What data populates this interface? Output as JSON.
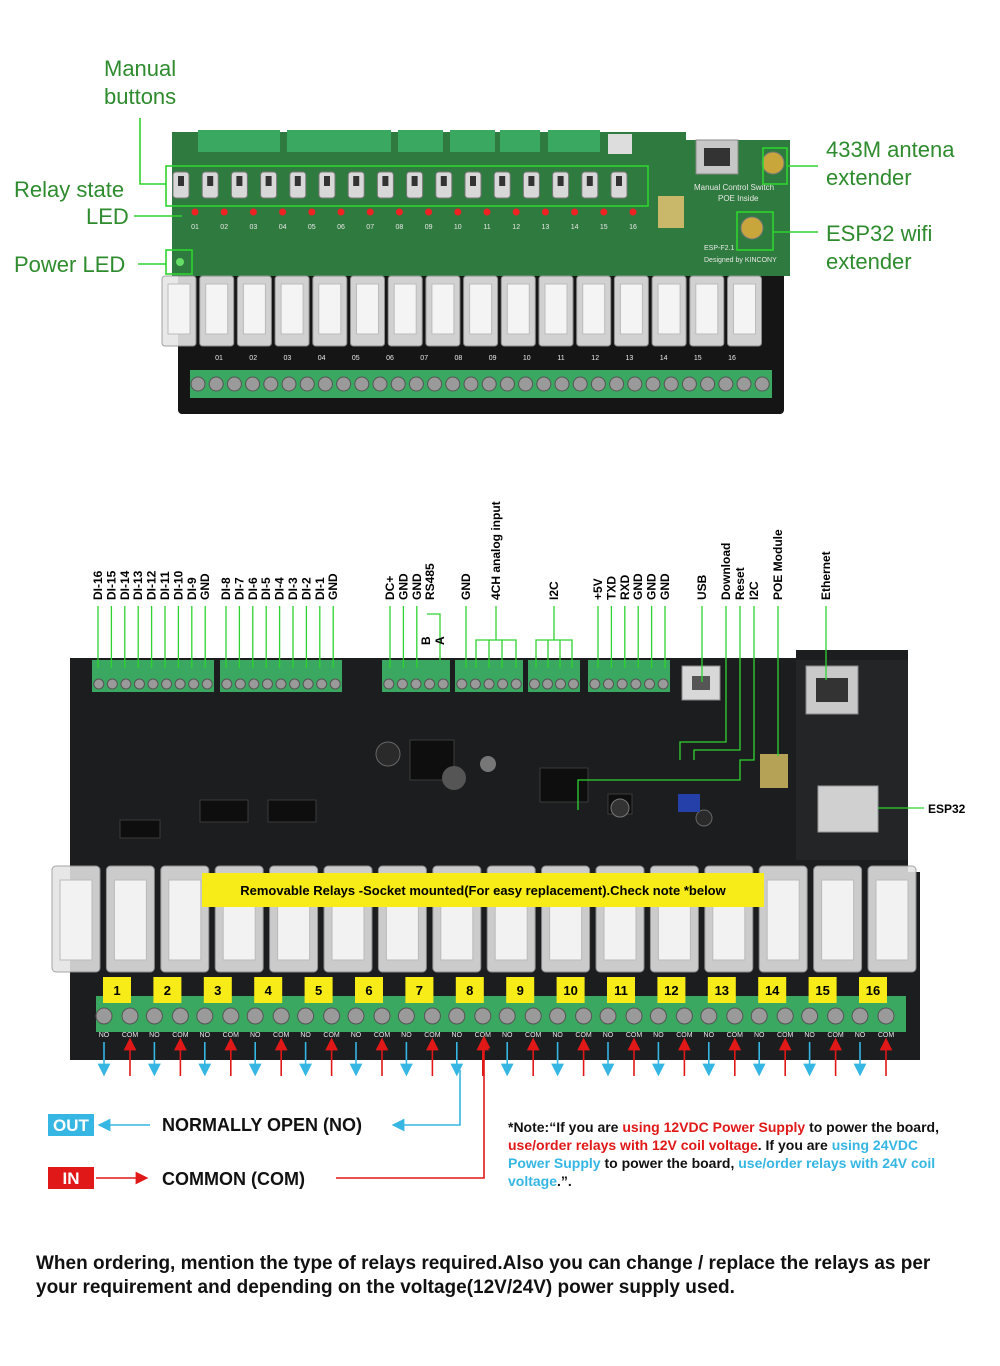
{
  "top_photo": {
    "callouts": {
      "manual_buttons": [
        "Manual",
        "buttons"
      ],
      "relay_state_led": [
        "Relay state",
        "LED"
      ],
      "power_led": "Power LED",
      "antenna_433m": [
        "433M antena",
        "extender"
      ],
      "esp32_wifi": [
        "ESP32 wifi",
        "extender"
      ]
    },
    "led_numbers": [
      "01",
      "02",
      "03",
      "04",
      "05",
      "06",
      "07",
      "08",
      "09",
      "10",
      "11",
      "12",
      "13",
      "14",
      "15",
      "16"
    ],
    "board_text": [
      "Manual Control Switch",
      "POE Inside",
      "ESP-F2.1",
      "Designed by KINCONY"
    ]
  },
  "bottom_board": {
    "pin_labels": {
      "di_group_1": [
        "DI-16",
        "DI-15",
        "DI-14",
        "DI-13",
        "DI-12",
        "DI-11",
        "DI-10",
        "DI-9",
        "GND"
      ],
      "di_group_2": [
        "DI-8",
        "DI-7",
        "DI-6",
        "DI-5",
        "DI-4",
        "DI-3",
        "DI-2",
        "DI-1",
        "GND"
      ],
      "power_rs485": [
        "DC+",
        "GND",
        "GND",
        "RS485"
      ],
      "rs485_b": "B",
      "rs485_a": "A",
      "gnd": "GND",
      "analog": "4CH analog input",
      "i2c_1": "I2C",
      "uart": [
        "+5V",
        "TXD",
        "RXD",
        "GND",
        "GND",
        "GND"
      ],
      "usb": "USB",
      "download": "Download",
      "reset": "Reset",
      "i2c_2": "I2C",
      "poe": "POE Module",
      "ethernet": "Ethernet",
      "esp32": "ESP32"
    },
    "banner": "Removable Relays -Socket mounted(For easy replacement).Check note *below",
    "relay_numbers": [
      "1",
      "2",
      "3",
      "4",
      "5",
      "6",
      "7",
      "8",
      "9",
      "10",
      "11",
      "12",
      "13",
      "14",
      "15",
      "16"
    ],
    "terminal_labels": [
      "NO",
      "COM"
    ]
  },
  "legend": {
    "out_tag": "OUT",
    "in_tag": "IN",
    "out_label": "NORMALLY OPEN (NO)",
    "in_label": "COMMON (COM)"
  },
  "note": {
    "p1": "*Note:“If you are ",
    "p2": "using 12VDC Power Supply",
    "p3": " to power the board, ",
    "p4": "use/order relays with 12V coil voltage",
    "p5": ". If you are ",
    "p6": "using 24VDC Power Supply",
    "p7": " to power the board, ",
    "p8": "use/order relays with 24V coil voltage",
    "p9": ".”."
  },
  "footer": "When ordering, mention the type of relays required.Also you can change / replace the relays as per your requirement and depending on the voltage(12V/24V) power supply used.",
  "colors": {
    "label_green": "#2e8b2e",
    "line_green": "#2fd32f",
    "out_blue": "#35b6e3",
    "in_red": "#e01818",
    "banner_yellow": "#f7ec18",
    "pcb_green": "#2f7a3e",
    "pcb_black": "#1c1d1f",
    "terminal_green": "#3aa860"
  }
}
